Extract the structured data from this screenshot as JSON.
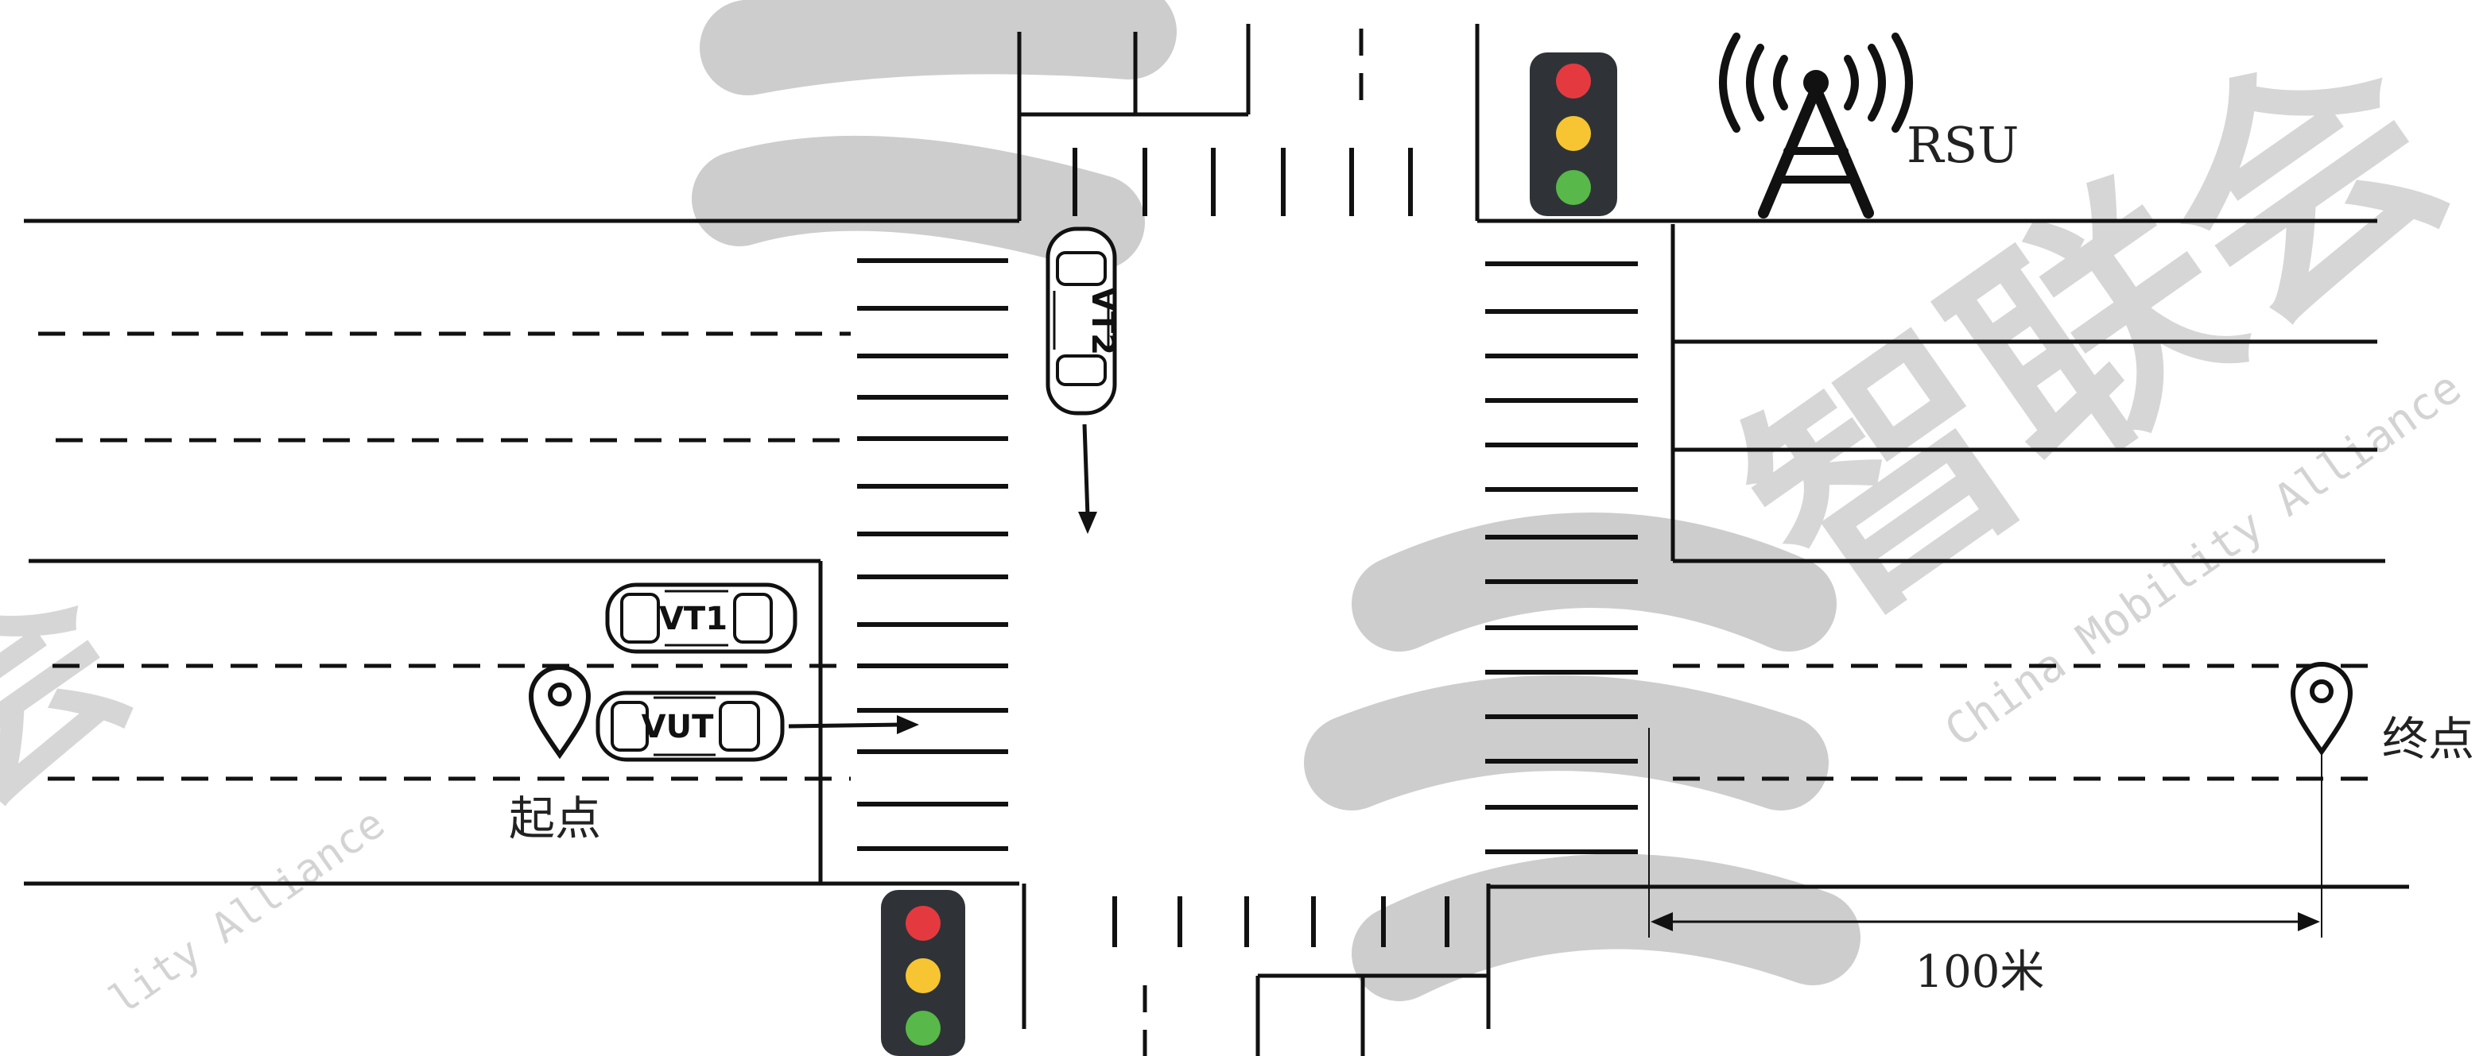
{
  "labels": {
    "rsu": "RSU",
    "start": "起点",
    "end": "终点",
    "distance": "100米"
  },
  "vehicles": {
    "vt1": "VT1",
    "vt2": "VT2",
    "vut": "VUT"
  },
  "watermark": {
    "text_cn": "智联会",
    "text_en": "China Mobility Alliance",
    "color": "#c8c8c8"
  },
  "colors": {
    "road_line": "#111111",
    "light_housing": "#2f3338",
    "light_red": "#e43a3f",
    "light_yellow": "#f7c531",
    "light_green": "#58b849"
  }
}
